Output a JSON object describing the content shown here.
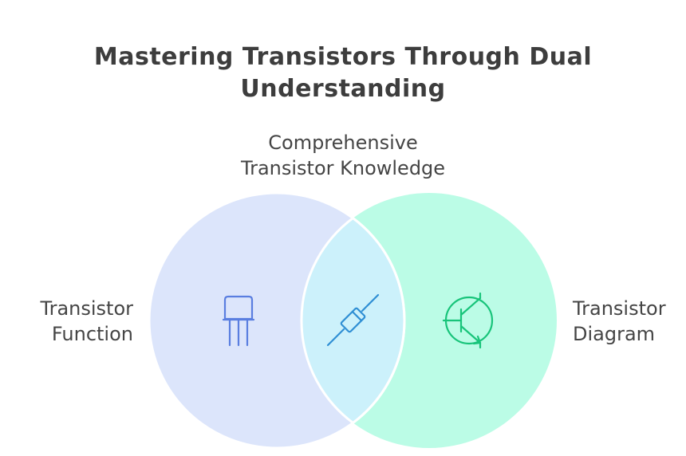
{
  "title": {
    "line1": "Mastering Transistors Through Dual",
    "line2": "Understanding"
  },
  "intersection": {
    "line1": "Comprehensive",
    "line2": "Transistor Knowledge",
    "icon": "diode-icon"
  },
  "left_set": {
    "line1": "Transistor",
    "line2": "Function",
    "icon": "transistor-package-icon"
  },
  "right_set": {
    "line1": "Transistor",
    "line2": "Diagram",
    "icon": "transistor-symbol-icon"
  },
  "colors": {
    "left_fill": "#dce5fb",
    "right_fill": "#bbfce6",
    "overlap_fill": "#ccf1fb",
    "left_icon": "#5a7ee0",
    "overlap_icon": "#2f8fd4",
    "right_icon": "#18c47a"
  }
}
